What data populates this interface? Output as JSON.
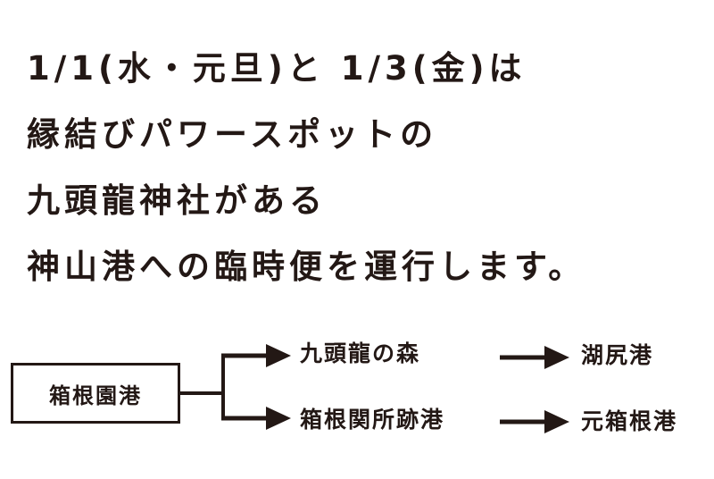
{
  "headline": {
    "lines": [
      "1/1(水・元旦)と 1/3(金)は",
      "縁結びパワースポットの",
      "九頭龍神社がある",
      "神山港への臨時便を運行します。"
    ]
  },
  "route": {
    "origin": "箱根園港",
    "upper": {
      "stop": "九頭龍の森",
      "destination": "湖尻港"
    },
    "lower": {
      "stop": "箱根関所跡港",
      "destination": "元箱根港"
    }
  },
  "colors": {
    "ink": "#231815",
    "background": "#ffffff"
  }
}
